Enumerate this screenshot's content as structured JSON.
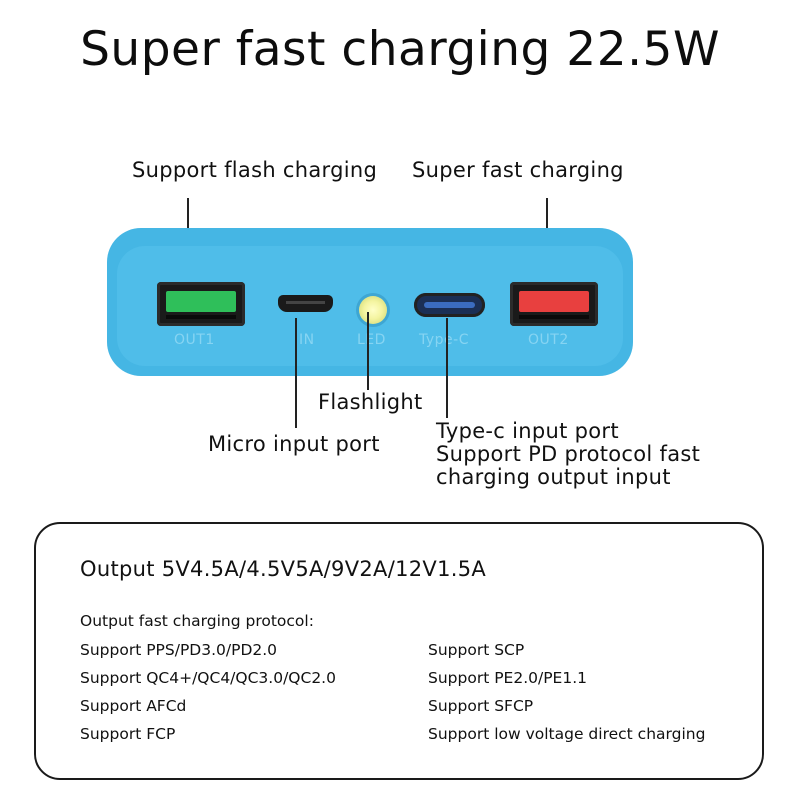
{
  "title": "Super fast charging 22.5W",
  "callouts": {
    "flash_charging": "Support flash charging",
    "super_fast": "Super fast charging",
    "flashlight": "Flashlight",
    "micro_input": "Micro input port",
    "typec_lines": [
      "Type-c input port",
      "Support PD protocol fast",
      "charging output input"
    ]
  },
  "device": {
    "port_labels": {
      "out1": "OUT1",
      "in": "IN",
      "led": "LED",
      "typec": "Type-C",
      "out2": "OUT2"
    },
    "colors": {
      "body": "#45b6e4",
      "out1": "#2fbf5a",
      "out2": "#e8403f"
    }
  },
  "specs": {
    "output": "Output 5V4.5A/4.5V5A/9V2A/12V1.5A",
    "protocol_heading": "Output fast charging protocol:",
    "left": [
      "Support PPS/PD3.0/PD2.0",
      "Support QC4+/QC4/QC3.0/QC2.0",
      "Support AFCd",
      "Support FCP"
    ],
    "right": [
      "Support SCP",
      "Support PE2.0/PE1.1",
      "Support SFCP",
      "Support low voltage direct charging"
    ]
  }
}
